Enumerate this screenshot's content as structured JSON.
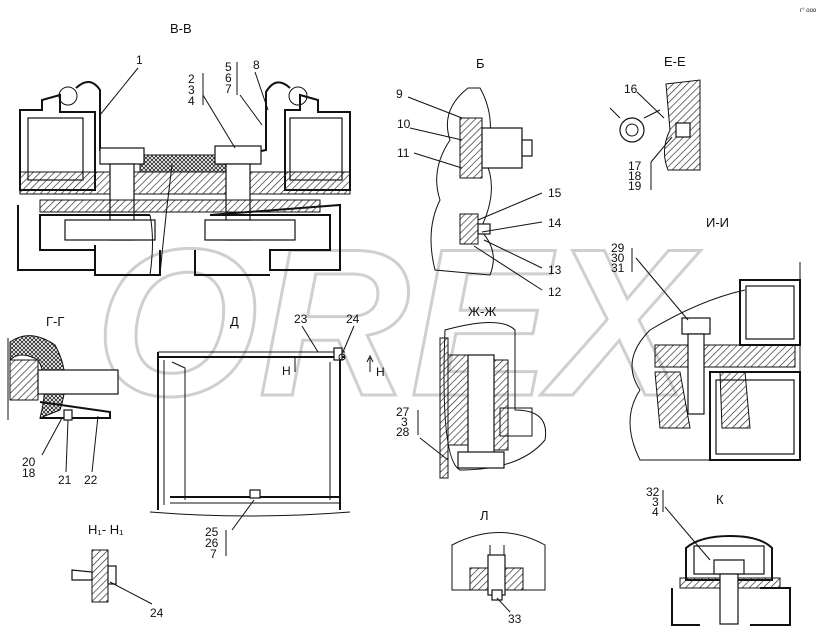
{
  "sections": {
    "vv": "В-В",
    "b": "Б",
    "ee": "Е-Е",
    "ii": "И-И",
    "gg": "Г-Г",
    "d": "Д",
    "zhzh": "Ж-Ж",
    "h1h1": "Н₁- Н₁",
    "l": "Л",
    "k": "К"
  },
  "callouts": {
    "c1": "1",
    "c2": "2",
    "c3": "3",
    "c4": "4",
    "c5": "5",
    "c6": "6",
    "c7": "7",
    "c8": "8",
    "c9": "9",
    "c10": "10",
    "c11": "11",
    "c12": "12",
    "c13": "13",
    "c14": "14",
    "c15": "15",
    "c16": "16",
    "c17": "17",
    "c18": "18",
    "c19": "19",
    "c20": "20",
    "c18b": "18",
    "c21": "21",
    "c22": "22",
    "c23": "23",
    "c24": "24",
    "c25": "25",
    "c26": "26",
    "c7b": "7",
    "c27": "27",
    "c3b": "3",
    "c28": "28",
    "c29": "29",
    "c30": "30",
    "c31": "31",
    "c32": "32",
    "c3c": "3",
    "c4b": "4",
    "c33": "33",
    "c24b": "24",
    "h1a": "Н",
    "h1b": "Н"
  },
  "watermark": "OREX",
  "corner_mark": "г° ooo"
}
